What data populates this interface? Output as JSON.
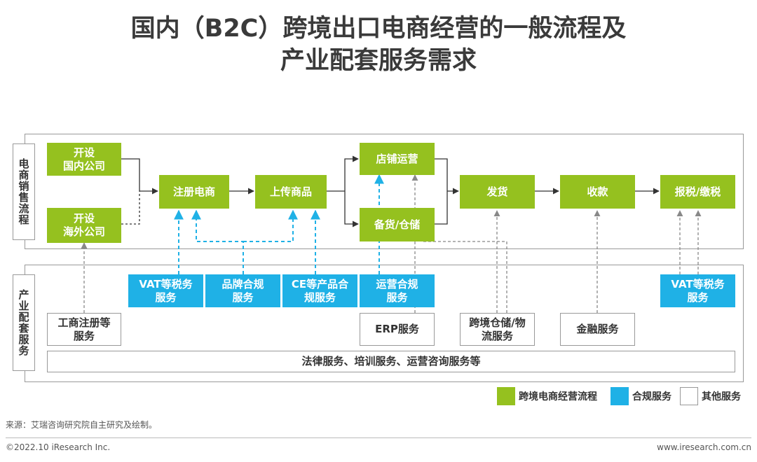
{
  "title_line1": "国内（B2C）跨境出口电商经营的一般流程及",
  "title_line2": "产业配套服务需求",
  "section_labels": {
    "top": "电商销售流程",
    "bottom": "产业配套服务"
  },
  "process": {
    "domestic_company": "开设\n国内公司",
    "overseas_company": "开设\n海外公司",
    "register": "注册电商",
    "upload": "上传商品",
    "store_ops": "店铺运营",
    "stocking": "备货/仓储",
    "shipping": "发货",
    "payment": "收款",
    "tax": "报税/缴税"
  },
  "services": {
    "vat_left": "VAT等税务\n服务",
    "brand": "品牌合规\n服务",
    "ce": "CE等产品合\n规服务",
    "ops_compliance": "运营合规\n服务",
    "vat_right": "VAT等税务\n服务",
    "business_reg": "工商注册等\n服务",
    "erp": "ERP服务",
    "warehouse": "跨境仓储/物\n流服务",
    "finance": "金融服务",
    "general": "法律服务、培训服务、运营咨询服务等"
  },
  "legend": {
    "process": "跨境电商经营流程",
    "compliance": "合规服务",
    "other": "其他服务",
    "colors": {
      "process": "#95c11f",
      "compliance": "#1fb1e6",
      "other": "#ffffff"
    }
  },
  "source": "来源：艾瑞咨询研究院自主研究及绘制。",
  "copyright": "©2022.10 iResearch Inc.",
  "website": "www.iresearch.com.cn"
}
